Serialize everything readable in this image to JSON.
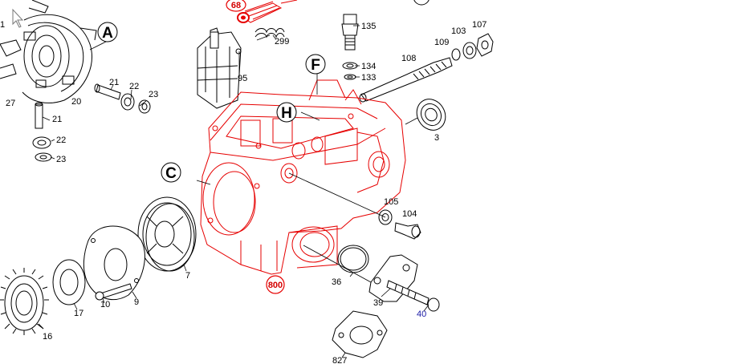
{
  "part_labels": [
    {
      "text": "68",
      "color": "red"
    },
    {
      "text": "299"
    },
    {
      "text": "95"
    },
    {
      "text": "135"
    },
    {
      "text": "134"
    },
    {
      "text": "133"
    },
    {
      "text": "108"
    },
    {
      "text": "109"
    },
    {
      "text": "103"
    },
    {
      "text": "107"
    },
    {
      "text": "1"
    },
    {
      "text": "27"
    },
    {
      "text": "20"
    },
    {
      "text": "21"
    },
    {
      "text": "22"
    },
    {
      "text": "23"
    },
    {
      "text": "21"
    },
    {
      "text": "22"
    },
    {
      "text": "23"
    },
    {
      "text": "3"
    },
    {
      "text": "105"
    },
    {
      "text": "104"
    },
    {
      "text": "36"
    },
    {
      "text": "39"
    },
    {
      "text": "40",
      "color": "blue"
    },
    {
      "text": "827"
    },
    {
      "text": "800",
      "color": "red"
    },
    {
      "text": "7"
    },
    {
      "text": "9"
    },
    {
      "text": "10"
    },
    {
      "text": "17"
    },
    {
      "text": "16"
    }
  ],
  "callouts": [
    "A",
    "F",
    "H",
    "C"
  ],
  "colors": {
    "highlight": "#e60000",
    "line": "#000000",
    "blue_label": "#1a1aa6"
  }
}
